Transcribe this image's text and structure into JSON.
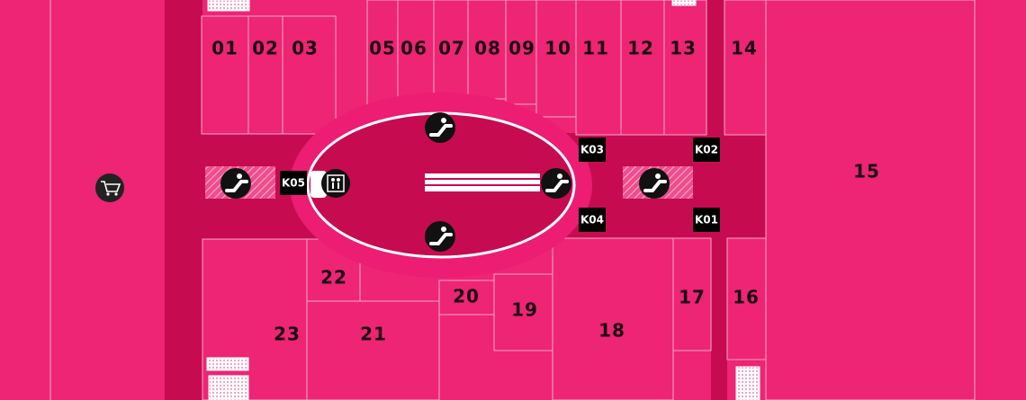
{
  "colors": {
    "unit_fill": "#ee2475",
    "corridor": "#c70b50",
    "atrium": "#d8106a",
    "outline": "#f6a7c7",
    "icon_bg": "#111111",
    "kiosk_bg": "#000000"
  },
  "units": {
    "u01": "01",
    "u02": "02",
    "u03": "03",
    "u05": "05",
    "u06": "06",
    "u07": "07",
    "u08": "08",
    "u09": "09",
    "u10": "10",
    "u11": "11",
    "u12": "12",
    "u13": "13",
    "u14": "14",
    "u15": "15",
    "u16": "16",
    "u17": "17",
    "u18": "18",
    "u19": "19",
    "u20": "20",
    "u21": "21",
    "u22": "22",
    "u23": "23"
  },
  "kiosks": {
    "k01": "K01",
    "k02": "K02",
    "k03": "K03",
    "k04": "K04",
    "k05": "K05"
  },
  "icons": {
    "escalator": "escalator-icon",
    "elevator": "elevator-icon",
    "supermarket": "shopping-cart-icon",
    "stairs": "stairs-icon"
  }
}
